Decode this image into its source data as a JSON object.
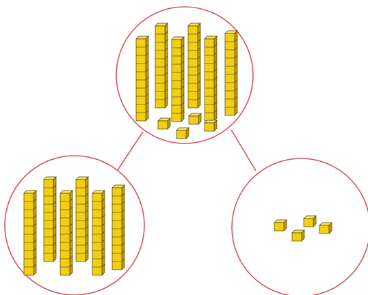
{
  "diagram": {
    "kind": "number-bond-part-whole",
    "representation": "base-ten-blocks",
    "colors": {
      "circle_outline": "#d9535f",
      "connector_line": "#d9535f",
      "block_face": "#f2cf17",
      "block_top": "#fbe566",
      "block_side": "#c29b08",
      "block_edge": "#4a3d00"
    },
    "whole": {
      "tens_rods": 6,
      "ones_cubes": 4
    },
    "parts": [
      {
        "position": "left",
        "tens_rods": 6,
        "ones_cubes": 0
      },
      {
        "position": "right",
        "tens_rods": 0,
        "ones_cubes": 4
      }
    ]
  }
}
